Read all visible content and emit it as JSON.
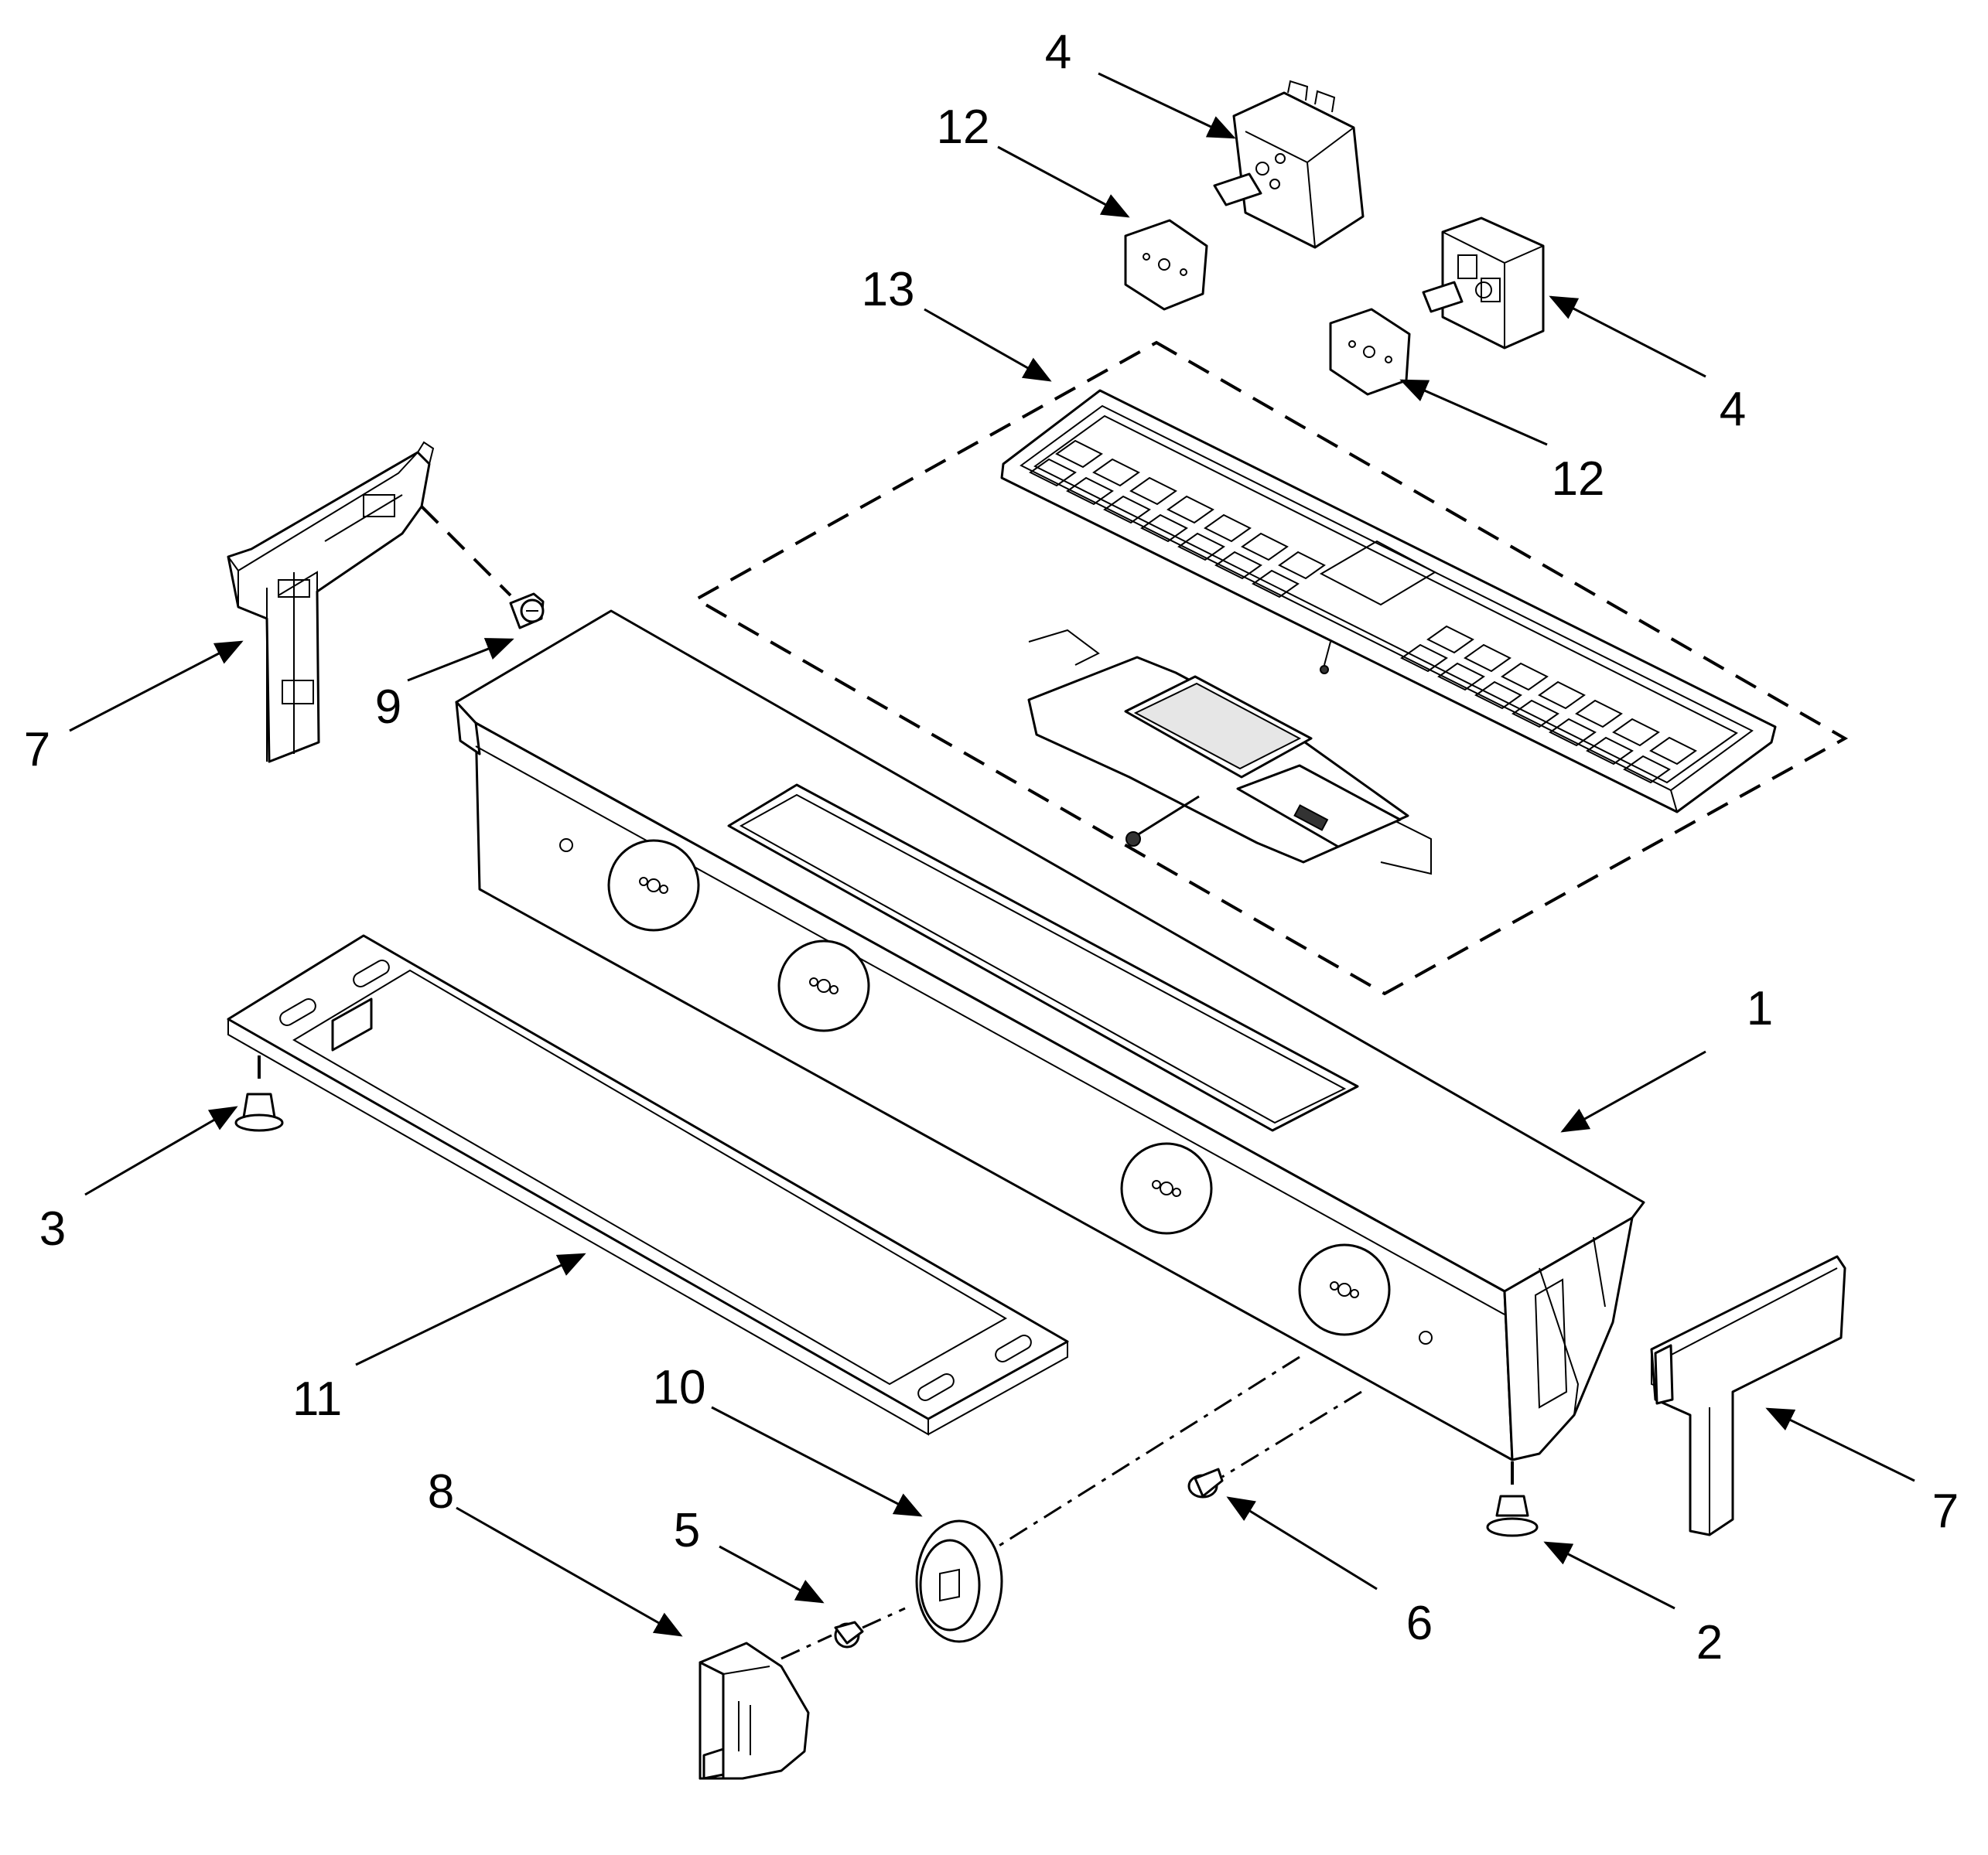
{
  "callouts": [
    {
      "id": "c-4-top",
      "text": "4"
    },
    {
      "id": "c-12-top",
      "text": "12"
    },
    {
      "id": "c-13",
      "text": "13"
    },
    {
      "id": "c-4-right",
      "text": "4"
    },
    {
      "id": "c-12-right",
      "text": "12"
    },
    {
      "id": "c-7-left",
      "text": "7"
    },
    {
      "id": "c-9",
      "text": "9"
    },
    {
      "id": "c-1",
      "text": "1"
    },
    {
      "id": "c-3",
      "text": "3"
    },
    {
      "id": "c-11",
      "text": "11"
    },
    {
      "id": "c-10",
      "text": "10"
    },
    {
      "id": "c-8",
      "text": "8"
    },
    {
      "id": "c-5",
      "text": "5"
    },
    {
      "id": "c-6",
      "text": "6"
    },
    {
      "id": "c-2",
      "text": "2"
    },
    {
      "id": "c-7-right",
      "text": "7"
    }
  ]
}
